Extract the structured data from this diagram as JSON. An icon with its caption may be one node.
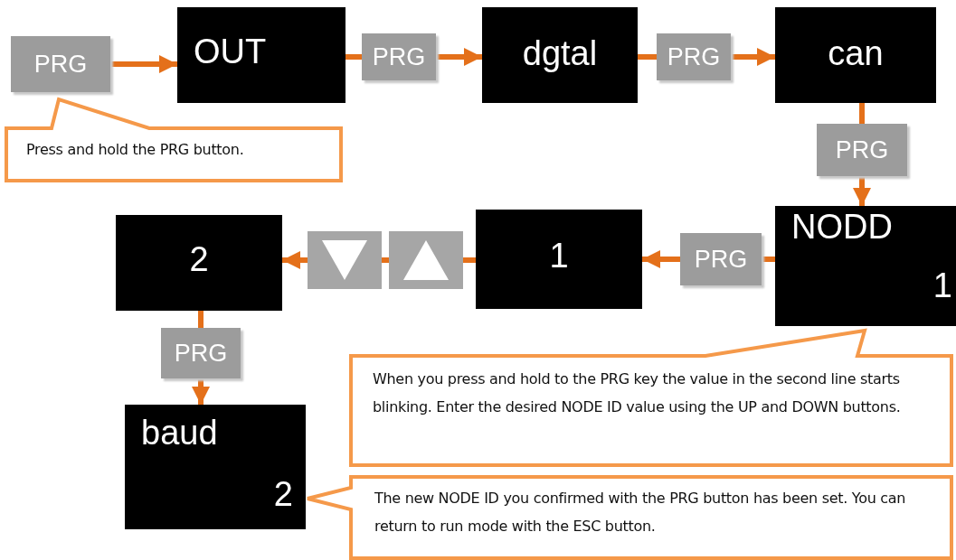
{
  "diagram": {
    "nodes": [
      {
        "text": [
          "PRG"
        ]
      },
      {
        "text": [
          "OUT"
        ]
      },
      {
        "text": [
          "PRG"
        ]
      },
      {
        "text": [
          "dgtal"
        ]
      },
      {
        "text": [
          "PRG"
        ]
      },
      {
        "text": [
          "can"
        ]
      },
      {
        "text": [
          "PRG"
        ]
      },
      {
        "text": [
          "NODD",
          "1"
        ]
      },
      {
        "text": [
          "PRG"
        ]
      },
      {
        "text": [
          "1"
        ]
      },
      {
        "text": [],
        "shape": "box"
      },
      {
        "text": [],
        "shape": "box"
      },
      {
        "text": [
          "2"
        ]
      },
      {
        "text": [
          "PRG"
        ]
      },
      {
        "text": [
          "baud",
          "2"
        ]
      },
      {
        "text": [
          "Press and hold the PRG button."
        ]
      },
      {
        "text": [
          "When you press and hold to the PRG key the value in the second line starts blinking. Enter the desired NODE ID value using the UP and DOWN buttons."
        ]
      },
      {
        "text": [
          "The new NODE ID you confirmed with the PRG button has been set. You can return to run mode with the ESC button."
        ]
      }
    ],
    "edges": [
      {
        "from": 0,
        "to": 1,
        "arrow": "to"
      },
      {
        "from": 1,
        "to": 2,
        "arrow": "none"
      },
      {
        "from": 2,
        "to": 3,
        "arrow": "to"
      },
      {
        "from": 3,
        "to": 4,
        "arrow": "none"
      },
      {
        "from": 4,
        "to": 5,
        "arrow": "to"
      },
      {
        "from": 5,
        "to": 6,
        "arrow": "none"
      },
      {
        "from": 6,
        "to": 7,
        "arrow": "to"
      },
      {
        "from": 7,
        "to": 8,
        "arrow": "none"
      },
      {
        "from": 8,
        "to": 9,
        "arrow": "to"
      },
      {
        "from": 9,
        "to": 11,
        "arrow": "none"
      },
      {
        "from": 11,
        "to": 10,
        "arrow": "none"
      },
      {
        "from": 10,
        "to": 12,
        "arrow": "to"
      },
      {
        "from": 12,
        "to": 13,
        "arrow": "none"
      },
      {
        "from": 13,
        "to": 14,
        "arrow": "to"
      }
    ]
  }
}
